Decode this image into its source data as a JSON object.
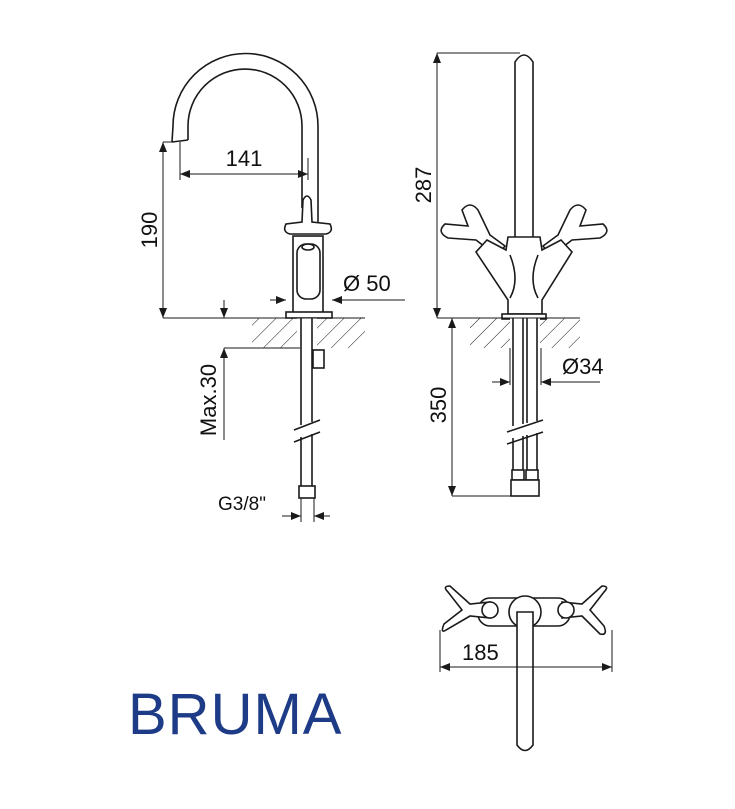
{
  "drawing": {
    "side_view": {
      "reach": "141",
      "spout_height": "190",
      "body_diameter": "Ø 50",
      "max_deck_thickness": "Max.30",
      "connection": "G3/8\""
    },
    "front_view": {
      "total_height": "287",
      "hose_length": "350",
      "hole_diameter": "Ø34"
    },
    "top_view": {
      "width": "185"
    }
  },
  "brand": {
    "name": "BRUMA",
    "color": "#1d3b86"
  }
}
